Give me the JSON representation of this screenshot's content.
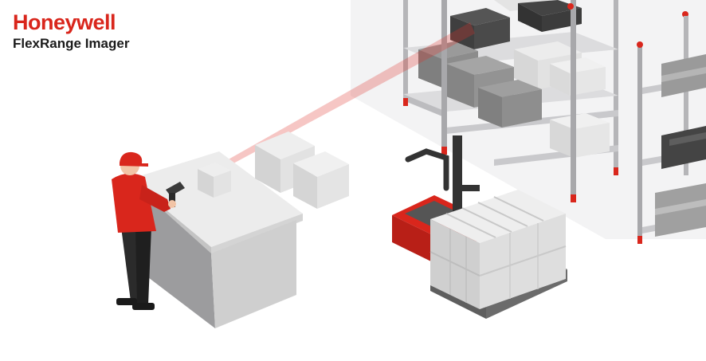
{
  "brand": {
    "logo_text": "Honeywell",
    "product_name": "FlexRange Imager"
  },
  "colors": {
    "brand_red": "#d9261c",
    "shelf_gray": "#a8a8ab",
    "box_light": "#e6e6e6",
    "box_mid": "#cfcfcf",
    "box_dark": "#8d8d8d",
    "scanner_dark": "#3a3a3a",
    "laser_red": "#e0322a"
  },
  "icons": [
    "honeywell-logo",
    "warehouse-shelving",
    "handheld-scanner",
    "pallet-jack",
    "cardboard-box",
    "pallet"
  ]
}
